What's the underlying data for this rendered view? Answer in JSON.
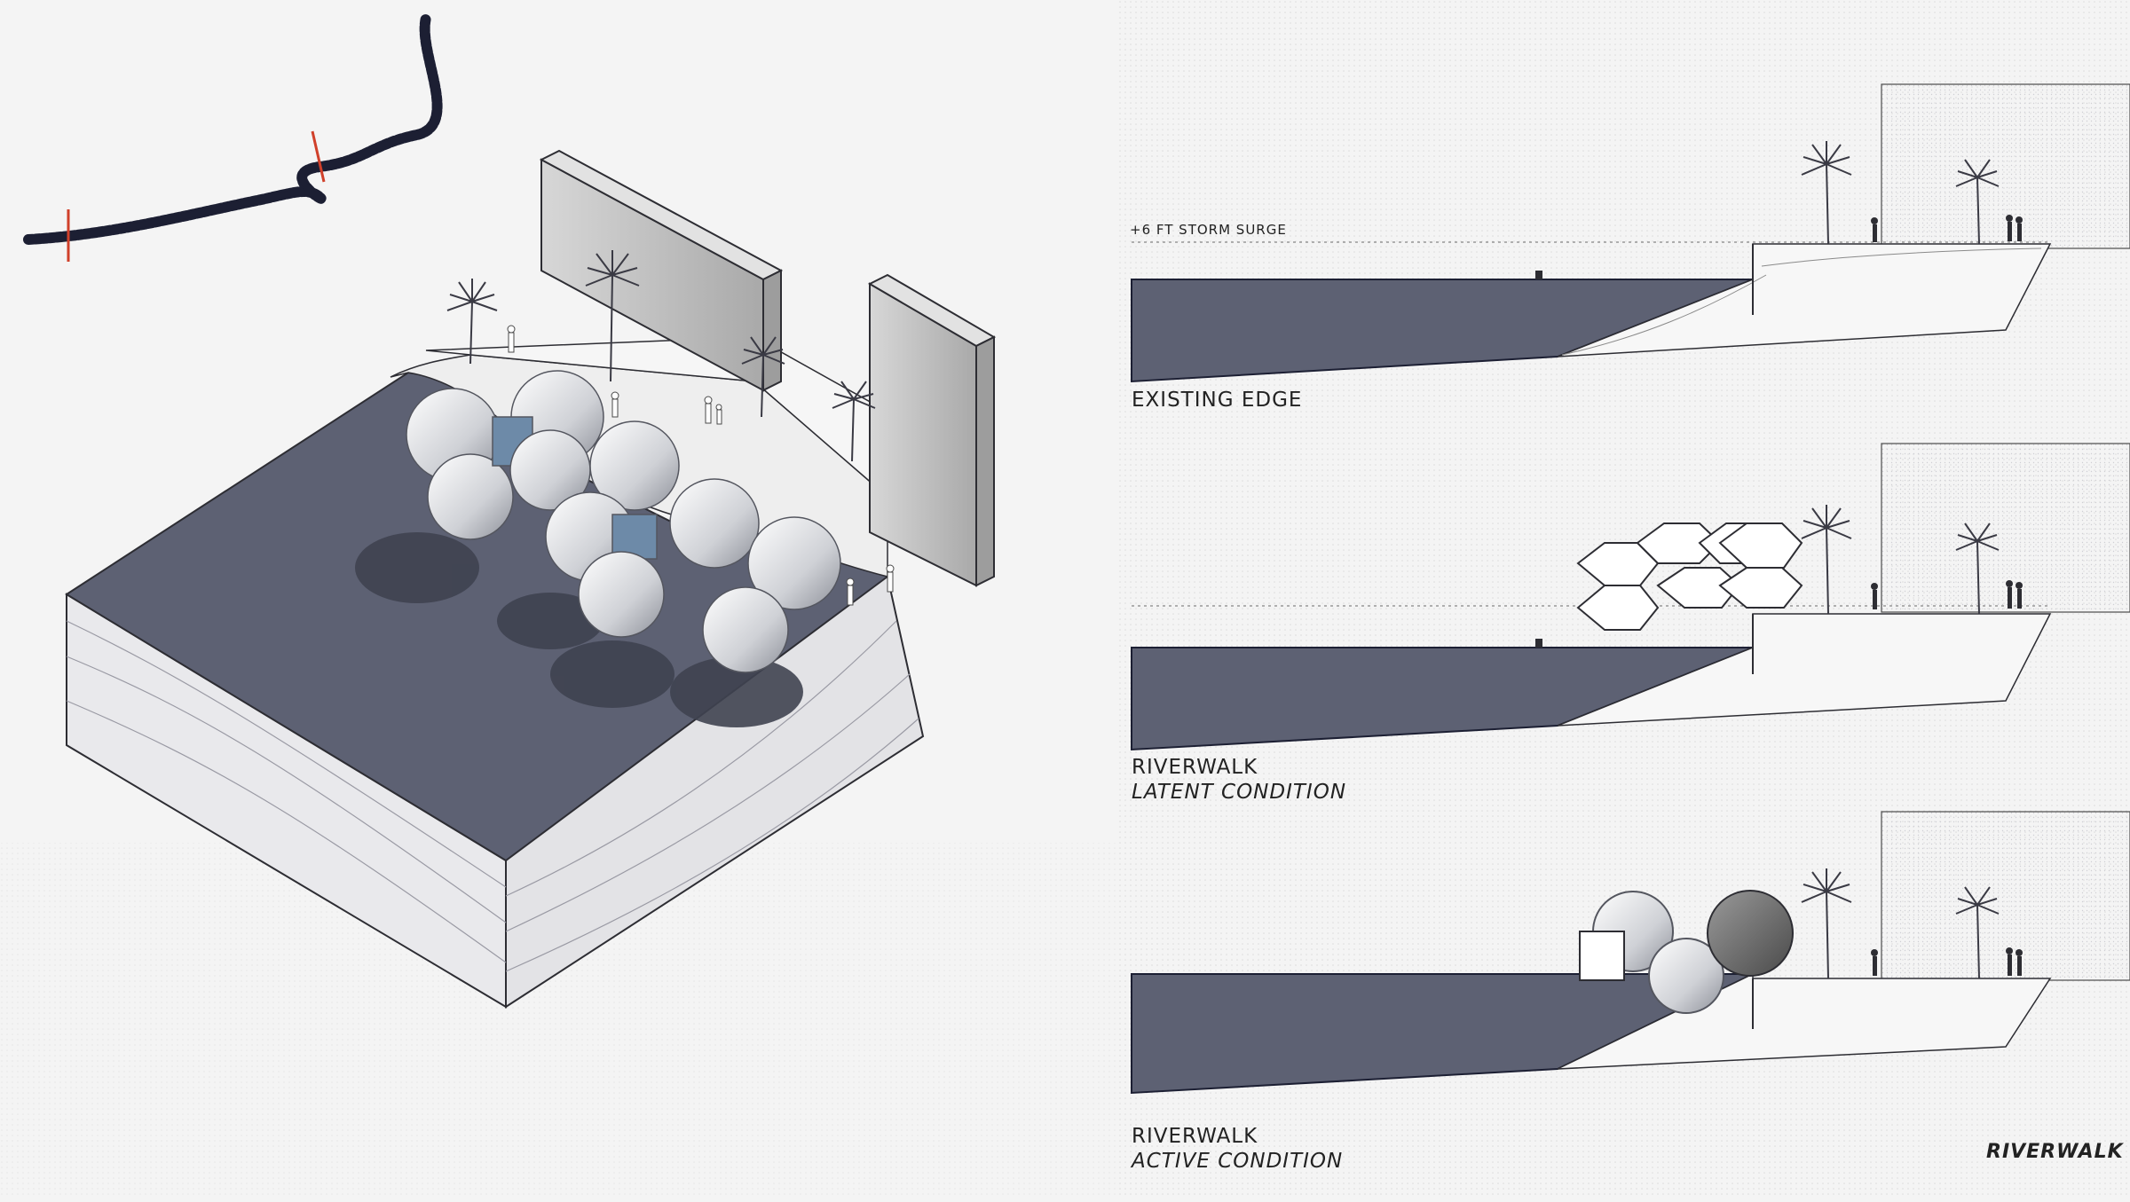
{
  "storm_surge_label": "+6 FT STORM SURGE",
  "sections": [
    {
      "title": "EXISTING EDGE",
      "subtitle": ""
    },
    {
      "title": "RIVERWALK",
      "subtitle": "LATENT CONDITION"
    },
    {
      "title": "RIVERWALK",
      "subtitle": "ACTIVE CONDITION"
    }
  ],
  "panel_title": "RIVERWALK",
  "colors": {
    "water": "#5d6173",
    "background": "#f4f4f4",
    "wall": "#bdbdbd",
    "marker": "#d0402a",
    "map_path": "#1c1f33",
    "text": "#222222"
  }
}
